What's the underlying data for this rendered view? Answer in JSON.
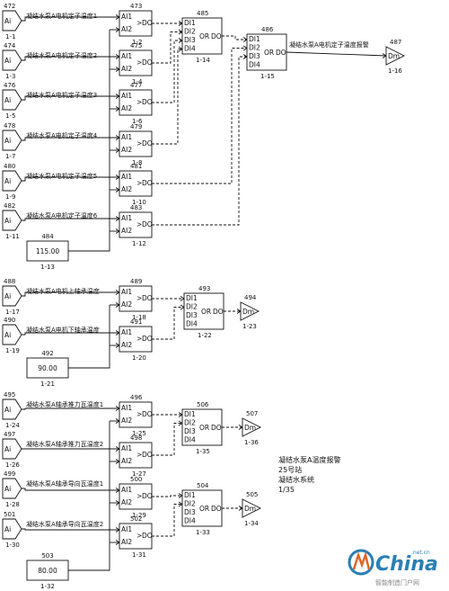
{
  "inputs": [
    {
      "id": "472",
      "tag": "Ai",
      "sheet": "1-1",
      "label": "凝结水泵A电机定子温度1"
    },
    {
      "id": "474",
      "tag": "Ai",
      "sheet": "1-3",
      "label": "凝结水泵A电机定子温度2"
    },
    {
      "id": "476",
      "tag": "Ai",
      "sheet": "1-5",
      "label": "凝结水泵A电机定子温度3"
    },
    {
      "id": "478",
      "tag": "Ai",
      "sheet": "1-7",
      "label": "凝结水泵A电机定子温度4"
    },
    {
      "id": "480",
      "tag": "Ai",
      "sheet": "1-9",
      "label": "凝结水泵A电机定子温度5"
    },
    {
      "id": "482",
      "tag": "Ai",
      "sheet": "1-11",
      "label": "凝结水泵A电机定子温度6"
    },
    {
      "id": "488",
      "tag": "Ai",
      "sheet": "1-17",
      "label": "凝结水泵A电机上轴承温度"
    },
    {
      "id": "490",
      "tag": "Ai",
      "sheet": "1-19",
      "label": "凝结水泵A电机下轴承温度"
    },
    {
      "id": "495",
      "tag": "Ai",
      "sheet": "1-24",
      "label": "凝结水泵A轴承推力瓦温度1"
    },
    {
      "id": "497",
      "tag": "Ai",
      "sheet": "1-26",
      "label": "凝结水泵A轴承推力瓦温度2"
    },
    {
      "id": "499",
      "tag": "Ai",
      "sheet": "1-28",
      "label": "凝结水泵A轴承导向瓦温度1"
    },
    {
      "id": "501",
      "tag": "Ai",
      "sheet": "1-30",
      "label": "凝结水泵A轴承导向瓦温度2"
    }
  ],
  "comparators": [
    {
      "id": "473",
      "sheet": "1-2",
      "in1": "AI1",
      "in2": "AI2",
      "op": ">",
      "out": "DO"
    },
    {
      "id": "475",
      "sheet": "1-4",
      "in1": "AI1",
      "in2": "AI2",
      "op": ">",
      "out": "DO"
    },
    {
      "id": "477",
      "sheet": "1-6",
      "in1": "AI1",
      "in2": "AI2",
      "op": ">",
      "out": "DO"
    },
    {
      "id": "479",
      "sheet": "1-8",
      "in1": "AI1",
      "in2": "AI2",
      "op": ">",
      "out": "DO"
    },
    {
      "id": "481",
      "sheet": "1-10",
      "in1": "AI1",
      "in2": "AI2",
      "op": ">",
      "out": "DO"
    },
    {
      "id": "483",
      "sheet": "1-12",
      "in1": "AI1",
      "in2": "AI2",
      "op": ">",
      "out": "DO"
    },
    {
      "id": "489",
      "sheet": "1-18",
      "in1": "AI1",
      "in2": "AI2",
      "op": ">",
      "out": "DO"
    },
    {
      "id": "491",
      "sheet": "1-20",
      "in1": "AI1",
      "in2": "AI2",
      "op": ">",
      "out": "DO"
    },
    {
      "id": "496",
      "sheet": "1-25",
      "in1": "AI1",
      "in2": "AI2",
      "op": ">",
      "out": "DO"
    },
    {
      "id": "498",
      "sheet": "1-27",
      "in1": "AI1",
      "in2": "AI2",
      "op": ">",
      "out": "DO"
    },
    {
      "id": "500",
      "sheet": "1-29",
      "in1": "AI1",
      "in2": "AI2",
      "op": ">",
      "out": "DO"
    },
    {
      "id": "502",
      "sheet": "1-31",
      "in1": "AI1",
      "in2": "AI2",
      "op": ">",
      "out": "DO"
    }
  ],
  "or_gates": [
    {
      "id": "485",
      "sheet": "1-14",
      "pins": [
        "DI1",
        "DI2",
        "DI3",
        "DI4"
      ],
      "op": "OR",
      "out": "DO"
    },
    {
      "id": "486",
      "sheet": "1-15",
      "pins": [
        "DI1",
        "DI2",
        "DI3",
        "DI4"
      ],
      "op": "OR",
      "out": "DO"
    },
    {
      "id": "493",
      "sheet": "1-22",
      "pins": [
        "DI1",
        "DI2",
        "DI3",
        "DI4"
      ],
      "op": "OR",
      "out": "DO"
    },
    {
      "id": "506",
      "sheet": "1-35",
      "pins": [
        "DI1",
        "DI2",
        "DI3",
        "DI4"
      ],
      "op": "OR",
      "out": "DO"
    },
    {
      "id": "504",
      "sheet": "1-33",
      "pins": [
        "DI1",
        "DI2",
        "DI3",
        "DI4"
      ],
      "op": "OR",
      "out": "DO"
    }
  ],
  "constants": [
    {
      "id": "484",
      "sheet": "1-13",
      "value": "115.00"
    },
    {
      "id": "492",
      "sheet": "1-21",
      "value": "90.00"
    },
    {
      "id": "503",
      "sheet": "1-32",
      "value": "80.00"
    }
  ],
  "outputs": [
    {
      "id": "487",
      "tag": "Dm",
      "sheet": "1-16",
      "label": "凝结水泵A电机定子温度报警"
    },
    {
      "id": "494",
      "tag": "Dm",
      "sheet": "1-23",
      "label": ""
    },
    {
      "id": "507",
      "tag": "Dm",
      "sheet": "1-36",
      "label": ""
    },
    {
      "id": "505",
      "tag": "Dm",
      "sheet": "1-34",
      "label": ""
    }
  ],
  "note": [
    "凝结水泵A温度报警",
    "25号站",
    "凝结水系统",
    "1/35"
  ],
  "watermark": {
    "brand": "China",
    "suffix": ".net.cn",
    "tagline": "智能制造门户网"
  },
  "colors": {
    "line": "#111111",
    "watermark": "#2a7fb5"
  }
}
